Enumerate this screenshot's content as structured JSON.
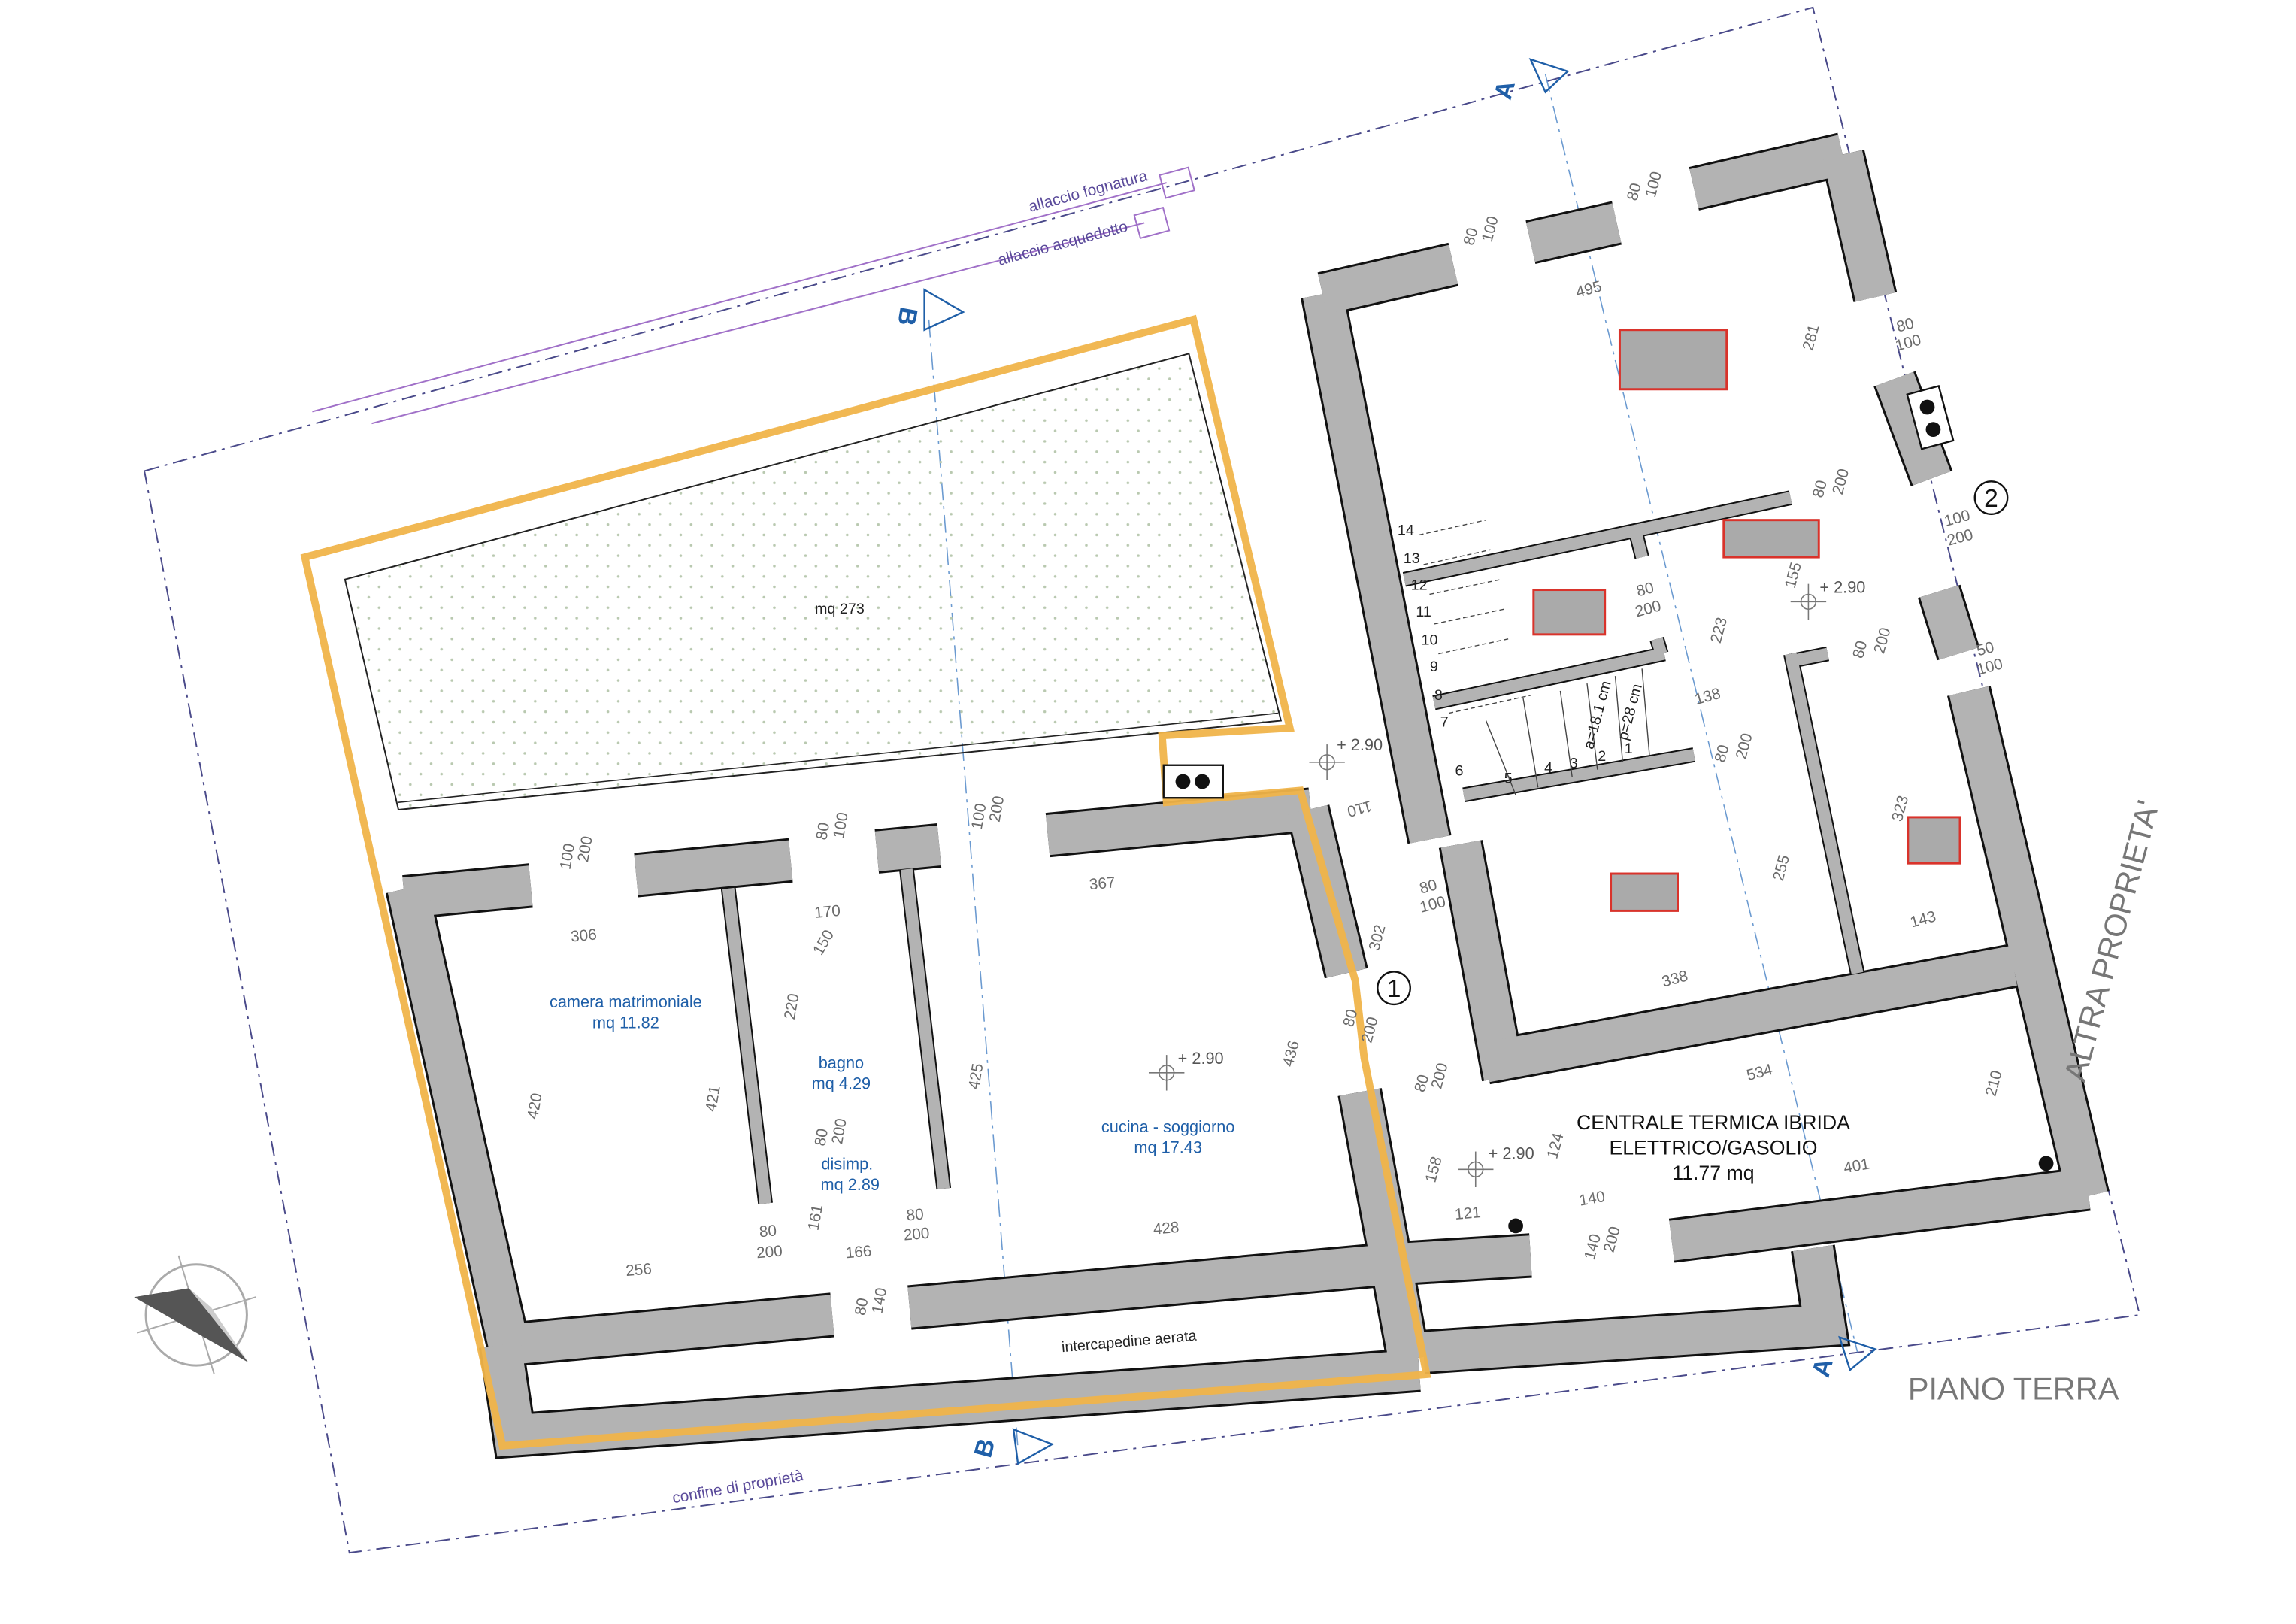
{
  "title": "PIANO TERRA",
  "neighbor_label": "ALTRA PROPRIETA'",
  "boundary_label": "confine di proprietà",
  "utilities": {
    "sewer": "allaccio fognatura",
    "water": "allaccio acquedotto"
  },
  "garden": {
    "area": "mq 273"
  },
  "rooms": {
    "camera": {
      "name": "camera matrimoniale",
      "area": "mq 11.82"
    },
    "bagno": {
      "name": "bagno",
      "area": "mq 4.29"
    },
    "disimp": {
      "name": "disimp.",
      "area": "mq 2.89"
    },
    "cucina": {
      "name": "cucina - soggiorno",
      "area": "mq 17.43"
    },
    "centrale": {
      "name_1": "CENTRALE TERMICA IBRIDA",
      "name_2": "ELETTRICO/GASOLIO",
      "area": "11.77 mq"
    },
    "intercapedine": {
      "name": "intercapedine aerata"
    }
  },
  "elevations": [
    "+ 2.90",
    "+ 2.90",
    "+ 2.90",
    "+ 2.90"
  ],
  "markers": {
    "entrance_1": "1",
    "entrance_2": "2"
  },
  "sections": {
    "a": "A",
    "b": "B"
  },
  "stairs": {
    "riser": "a=18.1 cm",
    "tread": "p=28 cm",
    "steps": [
      "1",
      "2",
      "3",
      "4",
      "5",
      "6",
      "7",
      "8",
      "9",
      "10",
      "11",
      "12",
      "13",
      "14"
    ]
  },
  "dims": [
    "80",
    "100",
    "80",
    "100",
    "495",
    "281",
    "80",
    "100",
    "80",
    "200",
    "100",
    "200",
    "155",
    "80",
    "200",
    "223",
    "80",
    "200",
    "50",
    "100",
    "138",
    "80",
    "200",
    "255",
    "323",
    "143",
    "338",
    "80",
    "100",
    "110",
    "302",
    "80",
    "200",
    "80",
    "200",
    "436",
    "367",
    "428",
    "425",
    "100",
    "200",
    "80",
    "100",
    "100",
    "200",
    "306",
    "170",
    "150",
    "220",
    "420",
    "421",
    "80",
    "200",
    "161",
    "80",
    "200",
    "80",
    "200",
    "166",
    "256",
    "80",
    "140",
    "534",
    "210",
    "401",
    "158",
    "124",
    "121",
    "140",
    "140",
    "200"
  ],
  "colors": {
    "wall": "#b3b3b3",
    "boundary_highlight": "#f0b44a",
    "furniture_outline": "#d9332b",
    "section_marker": "#1f5fa8",
    "utility_line": "#a070c8",
    "room_label": "#1f5fa8"
  }
}
